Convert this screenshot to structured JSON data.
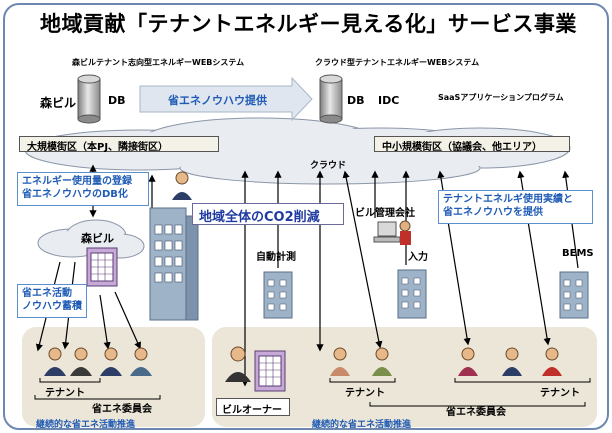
{
  "title": "地域貢献「テナントエネルギー見える化」サービス事業",
  "systems": {
    "left_caption": "森ビルテナント志向型エネルギーWEBシステム",
    "right_caption": "クラウド型テナントエネルギーWEBシステム",
    "mori_label": "森ビル",
    "db_left": "DB",
    "db_right": "DB",
    "idc": "IDC",
    "know_how_arrow": "省エネノウハウ提供",
    "saas": "SaaSアプリケーションプログラム"
  },
  "districts": {
    "large": "大規模街区（本PJ、隣接街区）",
    "small": "中小規模街区（協議会、他エリア）"
  },
  "cloud_label": "クラウド",
  "notes": {
    "energy_db": [
      "エネルギー使用量の登録",
      "省エネノウハウのDB化"
    ],
    "activity": [
      "省エネ活動",
      "ノウハウ蓄積"
    ],
    "provide": [
      "テナントエネルギ使用実績と",
      "省エネノウハウを提供"
    ]
  },
  "co2_label": "地域全体のCO2削減",
  "left_cloud_label": "森ビル",
  "labels": {
    "building_mgmt": "ビル管理会社",
    "auto_measure": "自動計測",
    "input": "入力",
    "bems": "BEMS",
    "tenant_left": "テナント",
    "committee_left": "省エネ委員会",
    "tenant_mid": "テナント",
    "tenant_right": "テナント",
    "owner": "ビルオーナー",
    "committee_right": "省エネ委員会",
    "continuous_left": "継続的な省エネ活動推進",
    "continuous_right": "継続的な省エネ活動推進"
  },
  "colors": {
    "title_text": "#000000",
    "cloud_fill": "#e9ecf1",
    "panel_fill": "#ebe6d7",
    "district_fill": "#f4f1e6",
    "note_border": "#5b8fd0",
    "note_text": "#1f5bb5",
    "co2_text": "#1f3aa0",
    "building": "#9fb3c8",
    "db": "#a9a9a9"
  }
}
